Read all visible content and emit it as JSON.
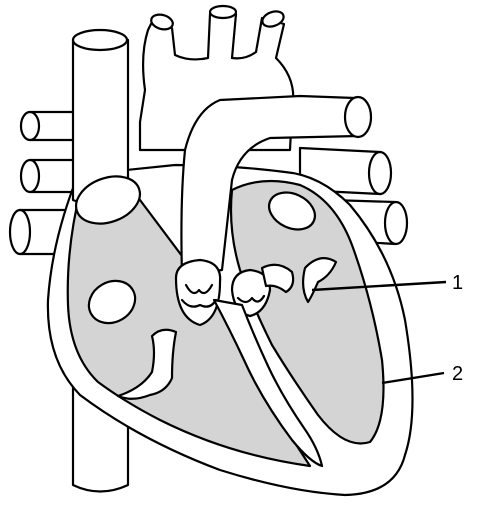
{
  "labels": [
    {
      "id": "1",
      "text": "1"
    },
    {
      "id": "2",
      "text": "2"
    }
  ],
  "colors": {
    "chamber_fill": "#d4d4d4",
    "outline": "#000000",
    "background": "#ffffff"
  }
}
